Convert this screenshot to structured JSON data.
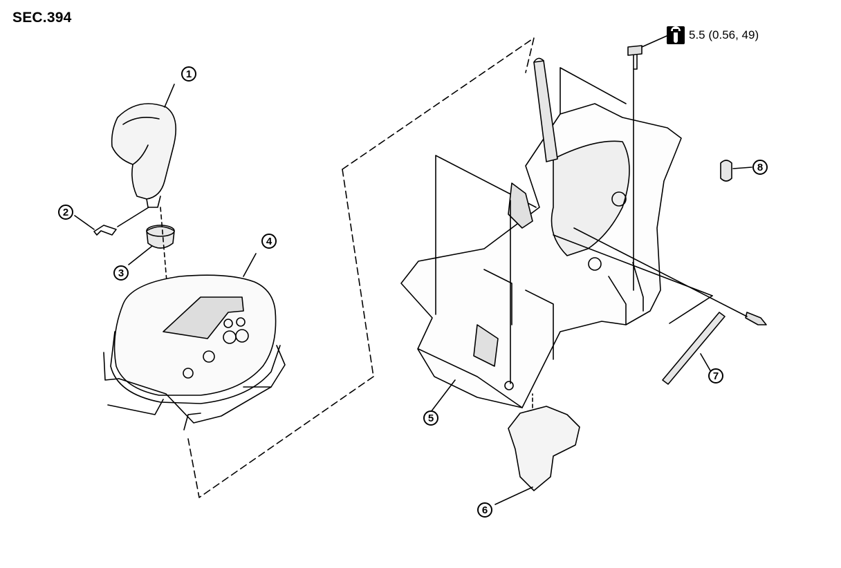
{
  "section_label": "SEC.394",
  "torque_spec": {
    "icon": "torque-wrench-icon",
    "value_text": "5.5 (0.56, 49)"
  },
  "callouts": [
    "1",
    "2",
    "3",
    "4",
    "5",
    "6",
    "7",
    "8"
  ],
  "colors": {
    "ink": "#000000",
    "paper": "#ffffff",
    "shade": "#bdbdbd"
  }
}
